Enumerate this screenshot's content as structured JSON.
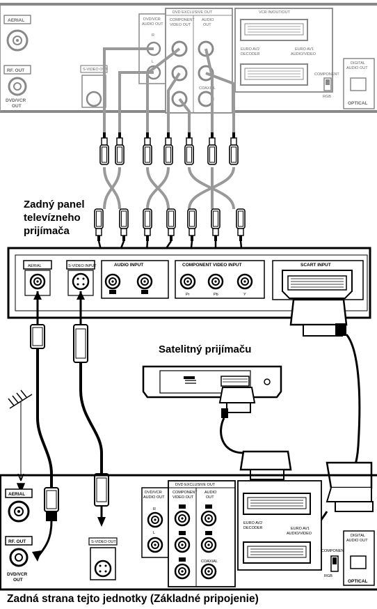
{
  "captions": {
    "tv_panel": "Zadný panel televízneho prijímača",
    "tv_panel_lines": [
      "Zadný panel",
      "televízneho",
      "prijímača"
    ],
    "satellite": "Satelitný prijímaču",
    "bottom": "Zadná strana tejto jednotky (Základné pripojenie)"
  },
  "top_unit": {
    "aerial": "AERIAL",
    "rf_out": "RF. OUT",
    "dvd_vcr_out": [
      "DVD/VCR",
      "OUT"
    ],
    "svideo_out": "S-VIDEO OUT",
    "dvd_vcr_audio_out": [
      "DVD/VCR",
      "AUDIO OUT"
    ],
    "dvd_exclusive_out": "DVD EXCLUSIVE OUT",
    "component_video_out": [
      "COMPONENT",
      "VIDEO OUT"
    ],
    "audio_out": [
      "AUDIO",
      "OUT"
    ],
    "coaxial": "COAXIAL",
    "vcr_scart": "VCR IN/OUT/OUT",
    "euro_av2": [
      "EURO AV2",
      "DECODER"
    ],
    "euro_av1": [
      "EURO AV1",
      "AUDIO/VIDEO"
    ],
    "component": "COMPONENT",
    "rgb": "RGB",
    "digital_audio_out": [
      "DIGITAL",
      "AUDIO OUT"
    ],
    "optical": "OPTICAL",
    "r": "R",
    "l": "L"
  },
  "tv": {
    "aerial": "AERIAL",
    "svideo_input": "S-VIDEO INPUT",
    "audio_input": "AUDIO INPUT",
    "component_video_input": "COMPONENT VIDEO INPUT",
    "scart_input": "SCART INPUT",
    "pr": "Pr",
    "pb": "Pb",
    "y": "Y"
  },
  "bottom_unit": {
    "aerial": "AERIAL",
    "rf_out": "RF. OUT",
    "dvd_vcr_out": [
      "DVD/VCR",
      "OUT"
    ],
    "svideo_out": "S-VIDEO OUT",
    "dvd_vcr_audio_out": [
      "DVD/VCR",
      "AUDIO OUT"
    ],
    "dvd_exclusive_out": "DVD EXCLUSIVE OUT",
    "component_video_out": [
      "COMPONENT",
      "VIDEO OUT"
    ],
    "audio_out": [
      "AUDIO",
      "OUT"
    ],
    "coaxial": "COAXIAL",
    "euro_av2": [
      "EURO AV2",
      "DECODER"
    ],
    "euro_av1": [
      "EURO AV1",
      "AUDIO/VIDEO"
    ],
    "component": "COMPONENT",
    "rgb": "RGB",
    "digital_audio_out": [
      "DIGITAL",
      "AUDIO OUT"
    ],
    "optical": "OPTICAL",
    "r": "R",
    "l": "L"
  }
}
